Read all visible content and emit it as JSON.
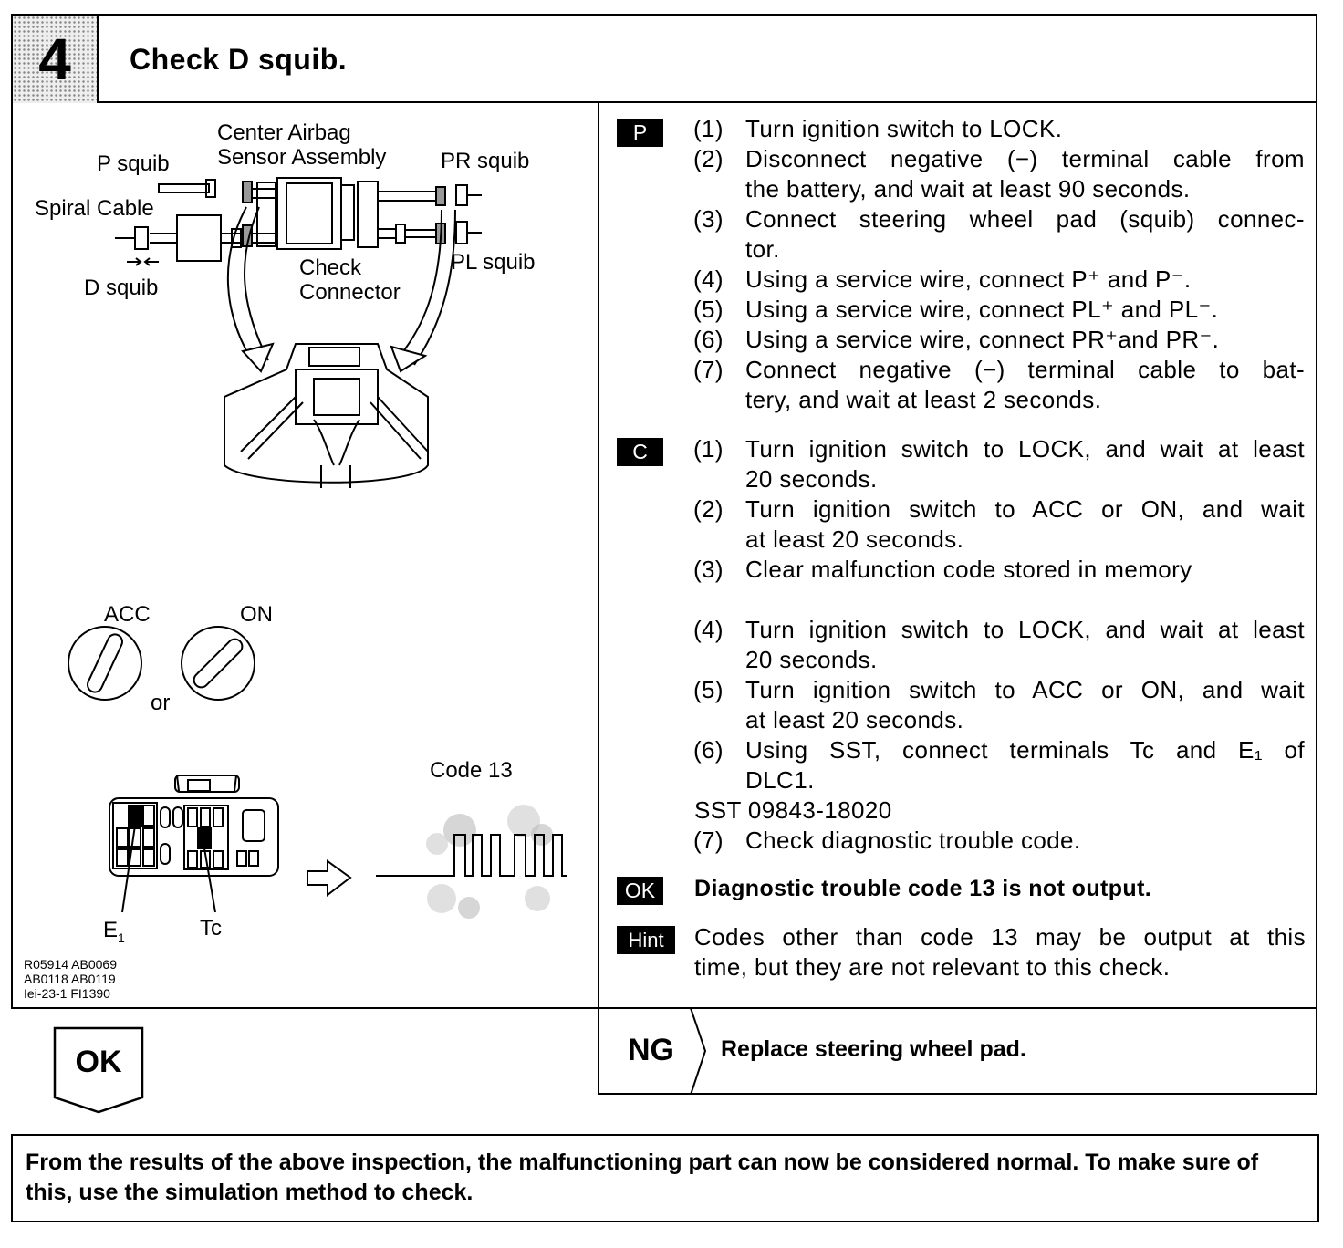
{
  "header": {
    "step_number": "4",
    "title": "Check D squib."
  },
  "figure": {
    "labels": {
      "center_airbag_1": "Center Airbag",
      "center_airbag_2": "Sensor Assembly",
      "p_squib": "P squib",
      "pr_squib": "PR squib",
      "spiral_cable": "Spiral Cable",
      "check_connector_1": "Check",
      "check_connector_2": "Connector",
      "pl_squib": "PL squib",
      "d_squib": "D squib",
      "acc": "ACC",
      "on": "ON",
      "or": "or",
      "code_13": "Code 13",
      "e1": "E",
      "e1_sub": "1",
      "tc": "Tc"
    },
    "refs": [
      "R05914  AB0069",
      "AB0118  AB0119",
      "Iei-23-1  FI1390"
    ]
  },
  "procedure": {
    "p_tag": "P",
    "p_steps": [
      {
        "n": "(1)",
        "lines": [
          "Turn ignition switch to LOCK."
        ]
      },
      {
        "n": "(2)",
        "lines": [
          "Disconnect negative (−) terminal cable from",
          "the battery, and wait at least 90 seconds."
        ]
      },
      {
        "n": "(3)",
        "lines": [
          "Connect steering wheel pad (squib) connec-",
          "tor."
        ]
      },
      {
        "n": "(4)",
        "lines": [
          "Using a service wire, connect P⁺ and P⁻."
        ]
      },
      {
        "n": "(5)",
        "lines": [
          "Using a service wire, connect PL⁺ and PL⁻."
        ]
      },
      {
        "n": "(6)",
        "lines": [
          "Using a service wire, connect PR⁺and PR⁻."
        ]
      },
      {
        "n": "(7)",
        "lines": [
          "Connect negative (−) terminal cable to bat-",
          "tery, and wait at least 2 seconds."
        ]
      }
    ],
    "c_tag": "C",
    "c_steps": [
      {
        "n": "(1)",
        "lines": [
          "Turn ignition switch to LOCK, and wait at least",
          "20 seconds."
        ]
      },
      {
        "n": "(2)",
        "lines": [
          "Turn ignition switch to ACC or ON, and wait",
          "at least 20 seconds."
        ]
      },
      {
        "n": "(3)",
        "lines": [
          "Clear malfunction code stored in memory"
        ]
      },
      {
        "n": "(4)",
        "lines": [
          "Turn ignition switch to LOCK, and wait at least",
          "20 seconds."
        ]
      },
      {
        "n": "(5)",
        "lines": [
          "Turn ignition switch to ACC or ON, and wait",
          "at least 20 seconds."
        ]
      },
      {
        "n": "(6)",
        "lines": [
          "Using SST, connect terminals Tc and E₁ of",
          "DLC1."
        ]
      },
      {
        "n": "",
        "lines": [
          "SST 09843-18020"
        ]
      },
      {
        "n": "(7)",
        "lines": [
          "Check diagnostic trouble code."
        ]
      }
    ],
    "ok_tag": "OK",
    "ok_text": "Diagnostic trouble code 13 is not output.",
    "hint_tag": "Hint",
    "hint_lines": [
      "Codes other than code 13 may be output at this",
      "time, but they are not relevant to this check."
    ]
  },
  "ok_branch": {
    "label": "OK"
  },
  "ng_branch": {
    "label": "NG",
    "text": "Replace steering wheel pad."
  },
  "conclusion": {
    "text": "From the results of the above inspection, the malfunctioning part can now be considered normal. To make sure of this, use the simulation method to check."
  }
}
